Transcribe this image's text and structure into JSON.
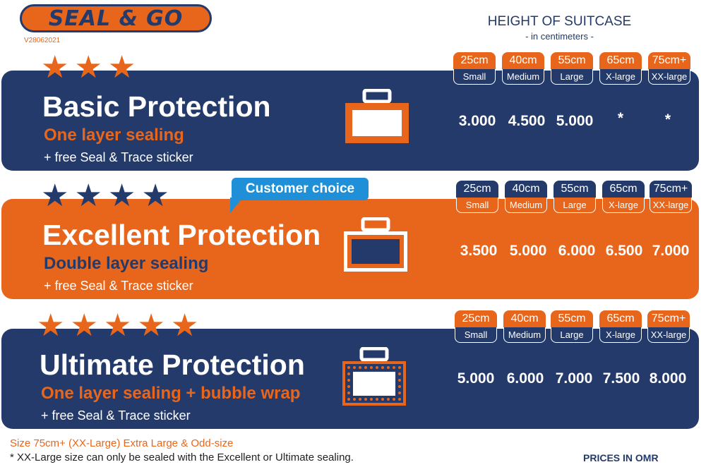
{
  "brand": {
    "logo": "SEAL & GO",
    "version": "V28062021"
  },
  "header": {
    "title": "HEIGHT OF SUITCASE",
    "subtitle": "- in centimeters -"
  },
  "sizes": [
    {
      "cm": "25cm",
      "name": "Small"
    },
    {
      "cm": "40cm",
      "name": "Medium"
    },
    {
      "cm": "55cm",
      "name": "Large"
    },
    {
      "cm": "65cm",
      "name": "X-large"
    },
    {
      "cm": "75cm+",
      "name": "XX-large"
    }
  ],
  "plans": [
    {
      "stars": 3,
      "title": "Basic Protection",
      "subtitle": "One layer sealing",
      "sticker": "+ free Seal & Trace sticker",
      "prices": [
        "3.000",
        "4.500",
        "5.000",
        "*",
        "*"
      ]
    },
    {
      "stars": 4,
      "title": "Excellent Protection",
      "subtitle": "Double layer sealing",
      "sticker": "+ free Seal & Trace sticker",
      "badge": "Customer choice",
      "prices": [
        "3.500",
        "5.000",
        "6.000",
        "6.500",
        "7.000"
      ]
    },
    {
      "stars": 5,
      "title": "Ultimate Protection",
      "subtitle": "One layer sealing + bubble wrap",
      "sticker": "+ free Seal & Trace sticker",
      "prices": [
        "5.000",
        "6.000",
        "7.000",
        "7.500",
        "8.000"
      ]
    }
  ],
  "footer": {
    "note1": "Size 75cm+ (XX-Large) Extra Large & Odd-size",
    "note2": "* XX-Large size can only be sealed with the Excellent or Ultimate sealing.",
    "currency": "PRICES IN OMR"
  },
  "colors": {
    "navy": "#233a6b",
    "orange": "#e8661c",
    "bubble": "#1f8fd8",
    "star_alt": "#233a6b"
  }
}
